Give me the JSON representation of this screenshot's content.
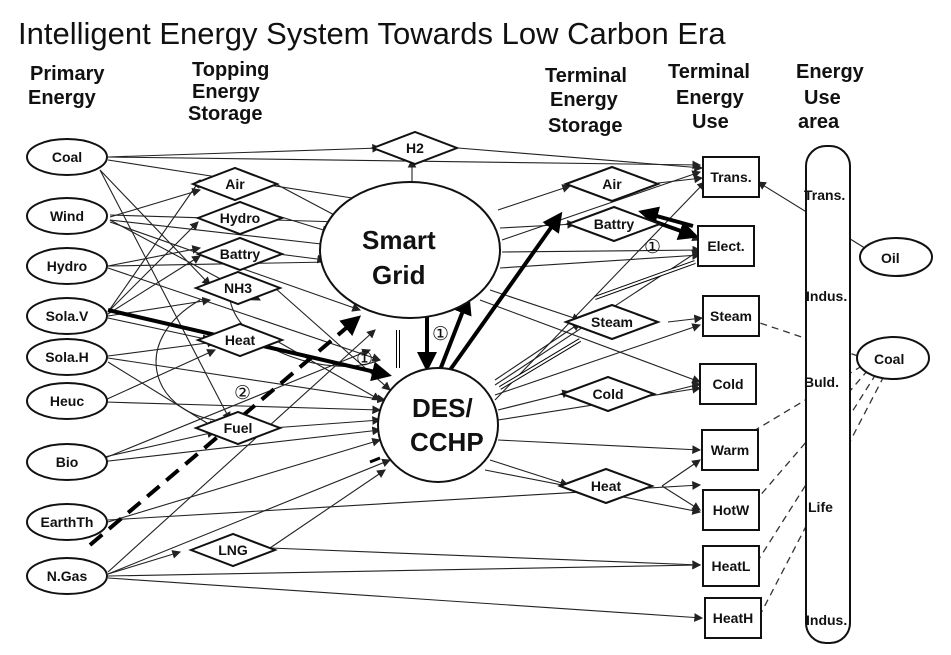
{
  "title": "Intelligent Energy System Towards Low Carbon Era",
  "headers": {
    "primary_energy": [
      "Primary",
      "Energy"
    ],
    "topping_storage": [
      "Topping",
      "Energy",
      "Storage"
    ],
    "terminal_storage": [
      "Terminal",
      "Energy",
      "Storage"
    ],
    "terminal_use": [
      "Terminal",
      "Energy",
      "Use"
    ],
    "use_area": [
      "Energy",
      "Use",
      "area"
    ]
  },
  "primary": [
    "Coal",
    "Wind",
    "Hydro",
    "Sola.V",
    "Sola.H",
    "Heuc",
    "Bio",
    "EarthTh",
    "N.Gas"
  ],
  "topping": [
    "H2",
    "Air",
    "Hydro",
    "Battry",
    "NH3",
    "Heat",
    "Fuel",
    "LNG"
  ],
  "centers": {
    "smart_grid": [
      "Smart",
      "Grid"
    ],
    "des": [
      "DES/",
      "CCHP"
    ]
  },
  "terminal_storage": [
    "Air",
    "Battry",
    "Steam",
    "Cold",
    "Heat"
  ],
  "terminal_use": [
    "Trans.",
    "Elect.",
    "Steam",
    "Cold",
    "Warm",
    "HotW",
    "HeatL",
    "HeatH"
  ],
  "use_area": [
    "Trans.",
    "Indus.",
    "Buld.",
    "Life",
    "Indus."
  ],
  "external": [
    "Oil",
    "Coal"
  ],
  "markers": [
    "①",
    "①",
    "①",
    "②"
  ]
}
